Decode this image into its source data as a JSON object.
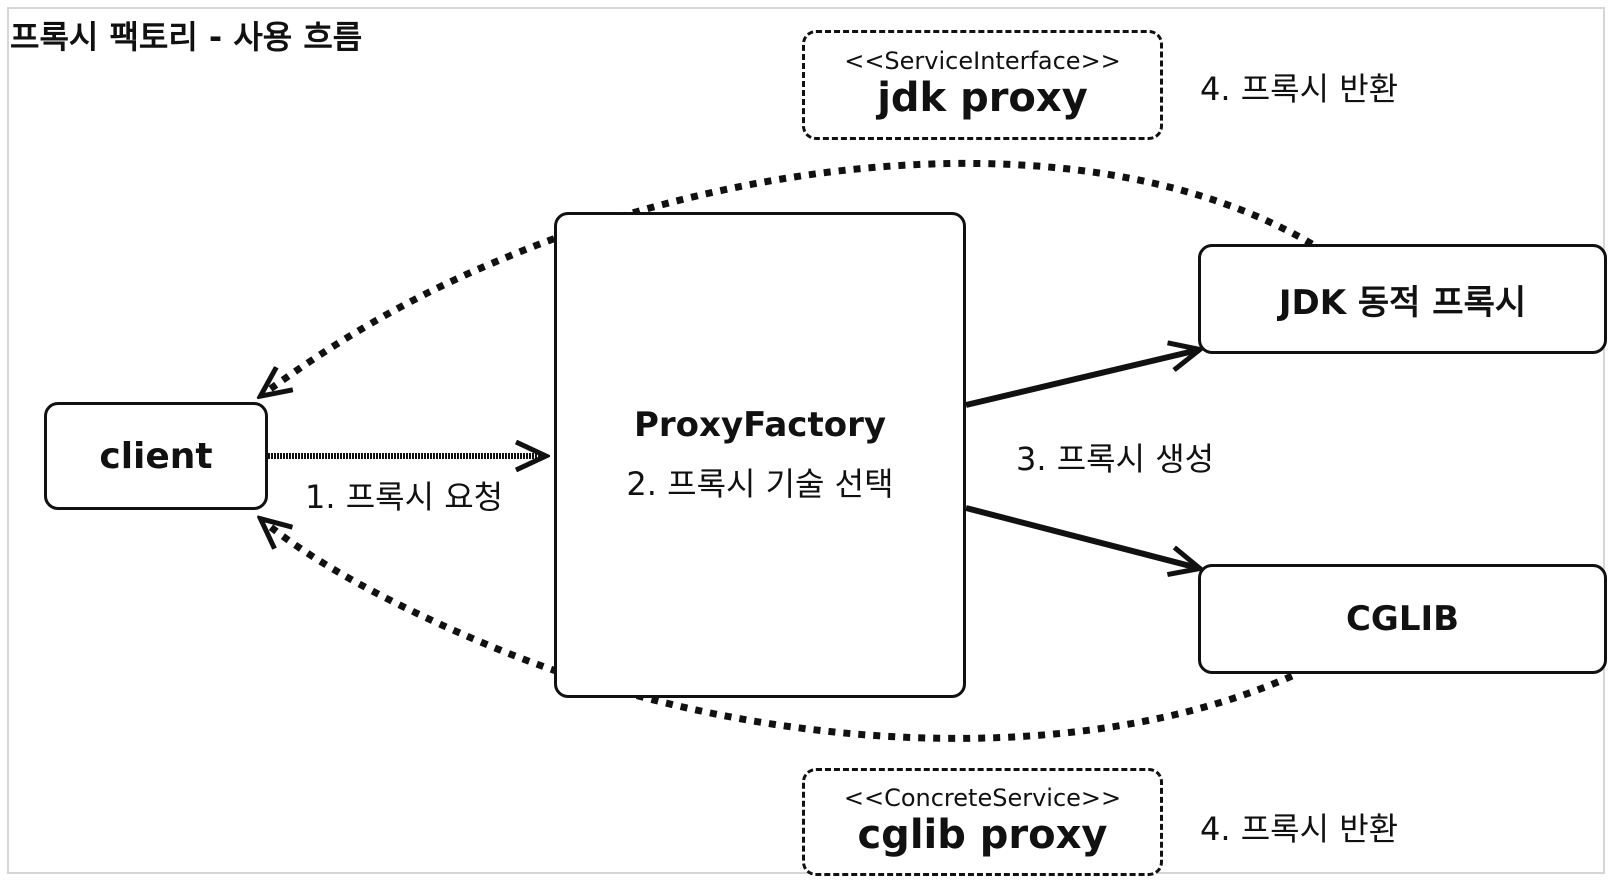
{
  "diagram": {
    "title": "프록시 팩토리 - 사용 흐름",
    "client": "client",
    "proxy_factory": {
      "name": "ProxyFactory",
      "step": "2. 프록시 기술 선택"
    },
    "jdk_dynamic_proxy": "JDK 동적 프록시",
    "cglib": "CGLIB",
    "jdk_proxy_box": {
      "stereotype": "<<ServiceInterface>>",
      "name": "jdk proxy"
    },
    "cglib_proxy_box": {
      "stereotype": "<<ConcreteService>>",
      "name": "cglib proxy"
    },
    "steps": {
      "request": "1. 프록시 요청",
      "create": "3. 프록시 생성",
      "return_top": "4. 프록시 반환",
      "return_bottom": "4. 프록시 반환"
    },
    "colors": {
      "stroke": "#111111",
      "background": "#ffffff",
      "frame": "#d6d6d6"
    }
  }
}
